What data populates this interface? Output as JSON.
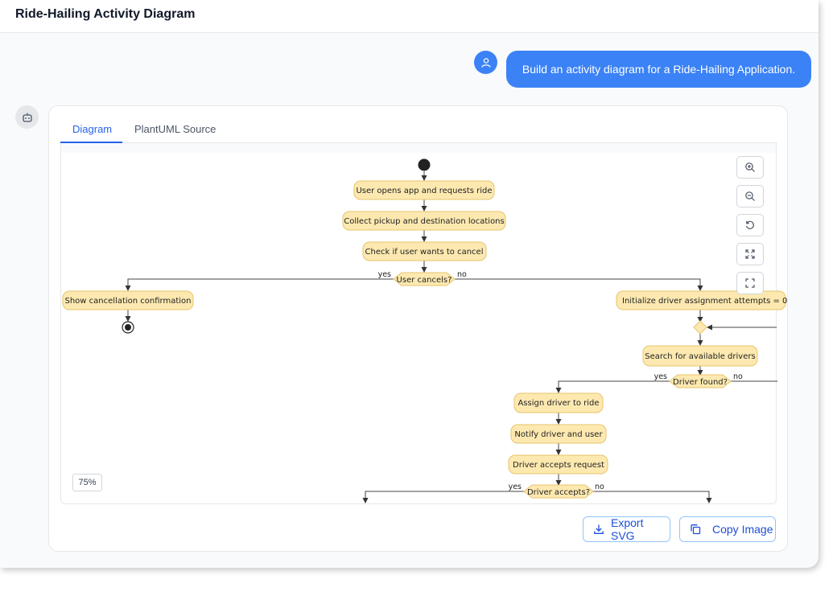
{
  "app": {
    "title": "Ride-Hailing Activity Diagram"
  },
  "chat": {
    "user_message": "Build an activity diagram for a Ride-Hailing Application."
  },
  "tabs": [
    {
      "label": "Diagram",
      "active": true
    },
    {
      "label": "PlantUML Source",
      "active": false
    }
  ],
  "diagram": {
    "nodes": {
      "n1": "User opens app and requests ride",
      "n2": "Collect pickup and destination locations",
      "n3": "Check if user wants to cancel",
      "d1": "User cancels?",
      "n4": "Show cancellation confirmation",
      "n5": "Initialize driver assignment attempts = 0",
      "n6": "Search for available drivers",
      "d2": "Driver found?",
      "n7": "Assign driver to ride",
      "n8": "Notify driver and user",
      "n9": "Driver accepts request",
      "d3": "Driver accepts?"
    },
    "branch_labels": {
      "yes": "yes",
      "no": "no"
    }
  },
  "zoom_controls": [
    "zoom-in-icon",
    "zoom-out-icon",
    "reset-icon",
    "fit-icon",
    "fullscreen-icon"
  ],
  "zoom_level": "75%",
  "actions": {
    "export_svg": "Export SVG",
    "copy_image": "Copy Image"
  },
  "colors": {
    "accent": "#3b82f6",
    "node_fill": "#fde9b0",
    "node_stroke": "#e7c46e"
  }
}
